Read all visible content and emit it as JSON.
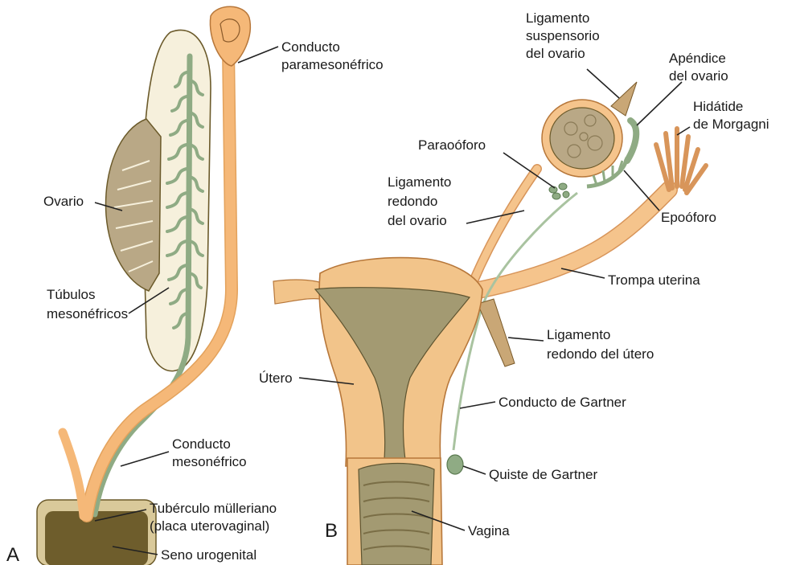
{
  "panel_a": {
    "letter": "A",
    "labels": {
      "paramesonephric_1": "Conducto",
      "paramesonephric_2": "paramesonéfrico",
      "ovary": "Ovario",
      "tubules_1": "Túbulos",
      "tubules_2": "mesonéfricos",
      "mesonephric_1": "Conducto",
      "mesonephric_2": "mesonéfrico",
      "tubercle_1": "Tubérculo mülleriano",
      "tubercle_2": "(placa uterovaginal)",
      "sinus": "Seno urogenital"
    }
  },
  "panel_b": {
    "letter": "B",
    "labels": {
      "suspensory_1": "Ligamento",
      "suspensory_2": "suspensorio",
      "suspensory_3": "del ovario",
      "appendix_1": "Apéndice",
      "appendix_2": "del ovario",
      "hydatid_1": "Hidátide",
      "hydatid_2": "de Morgagni",
      "paroophoron": "Paraoóforo",
      "round_ovary_1": "Ligamento",
      "round_ovary_2": "redondo",
      "round_ovary_3": "del ovario",
      "epoophoron": "Epoóforo",
      "tube": "Trompa uterina",
      "round_uterus_1": "Ligamento",
      "round_uterus_2": "redondo del útero",
      "uterus": "Útero",
      "gartner_duct": "Conducto de Gartner",
      "gartner_cyst": "Quiste de Gartner",
      "vagina": "Vagina"
    }
  },
  "colors": {
    "paramesonephric": "#f5b878",
    "mesonephric": "#8fab84",
    "gonad_fill": "#f6f0dc",
    "ovary_fill": "#b9a886",
    "uterus_fill": "#f2c48a",
    "cavity": "#a39a72",
    "sinus": "#6e5d2c"
  }
}
